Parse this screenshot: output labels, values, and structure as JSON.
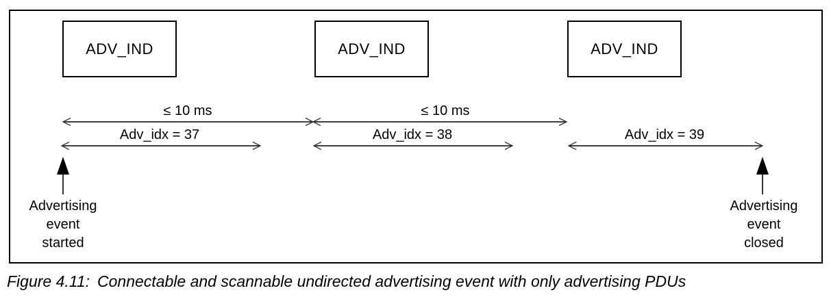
{
  "figure": {
    "pdu_boxes": [
      {
        "label": "ADV_IND"
      },
      {
        "label": "ADV_IND"
      },
      {
        "label": "ADV_IND"
      }
    ],
    "interval_labels": [
      {
        "text": "≤ 10 ms"
      },
      {
        "text": "≤ 10 ms"
      }
    ],
    "adv_idx_labels": [
      {
        "text": "Adv_idx = 37"
      },
      {
        "text": "Adv_idx = 38"
      },
      {
        "text": "Adv_idx = 39"
      }
    ],
    "event_markers": {
      "started": "Advertising\nevent\nstarted",
      "closed": "Advertising\nevent\nclosed"
    }
  },
  "caption": {
    "number": "Figure 4.11:",
    "text": "Connectable and scannable undirected advertising event with only advertising PDUs"
  },
  "colors": {
    "line": "#000000",
    "arrowhead": "#3a3a3a",
    "text": "#000000",
    "background": "#ffffff"
  }
}
